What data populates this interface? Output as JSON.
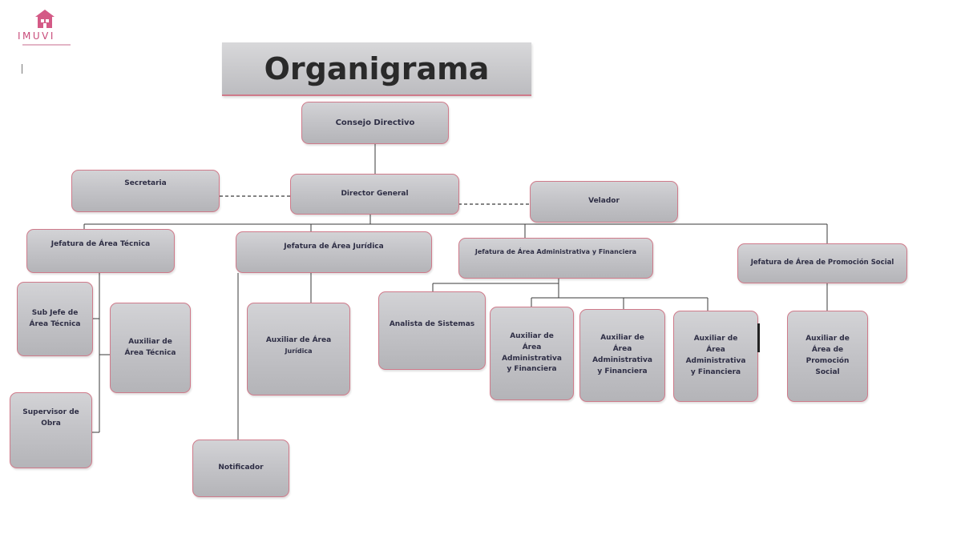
{
  "logo": {
    "name": "IMUVI",
    "icon": "house-icon",
    "color": "#c84b7a"
  },
  "title": "Organigrama",
  "nodes": {
    "consejo": "Consejo Directivo",
    "director": "Director General",
    "secretaria": "Secretaria",
    "velador": "Velador",
    "jefatura_tecnica": "Jefatura de Área Técnica",
    "jefatura_juridica": "Jefatura de Área Jurídica",
    "jefatura_administrativa": "Jefatura de Área Administrativa y  Financiera",
    "jefatura_promocion": "Jefatura de Área de Promoción Social",
    "subjefe_tecnica": [
      "Sub Jefe de",
      "Área Técnica"
    ],
    "auxiliar_tecnica": [
      "Auxiliar de",
      "Área Técnica"
    ],
    "supervisor_obra": [
      "Supervisor de",
      "Obra"
    ],
    "auxiliar_juridica": [
      "Auxiliar de Área",
      "Jurídica"
    ],
    "notificador": "Notificador",
    "analista_sistemas": "Analista de Sistemas",
    "auxiliar_admin_1": [
      "Auxiliar  de",
      "Área",
      "Administrativa",
      "y Financiera"
    ],
    "auxiliar_admin_2": [
      "Auxiliar  de",
      "Área",
      "Administrativa",
      "y Financiera"
    ],
    "auxiliar_admin_3": [
      "Auxiliar  de",
      "Área",
      "Administrativa",
      "y Financiera"
    ],
    "auxiliar_promocion": [
      "Auxiliar  de",
      "Área de",
      "Promoción",
      "Social"
    ]
  },
  "colors": {
    "box_fill": "#c4c4c8",
    "box_border": "#cf7a8a",
    "text": "#2e2e45"
  }
}
